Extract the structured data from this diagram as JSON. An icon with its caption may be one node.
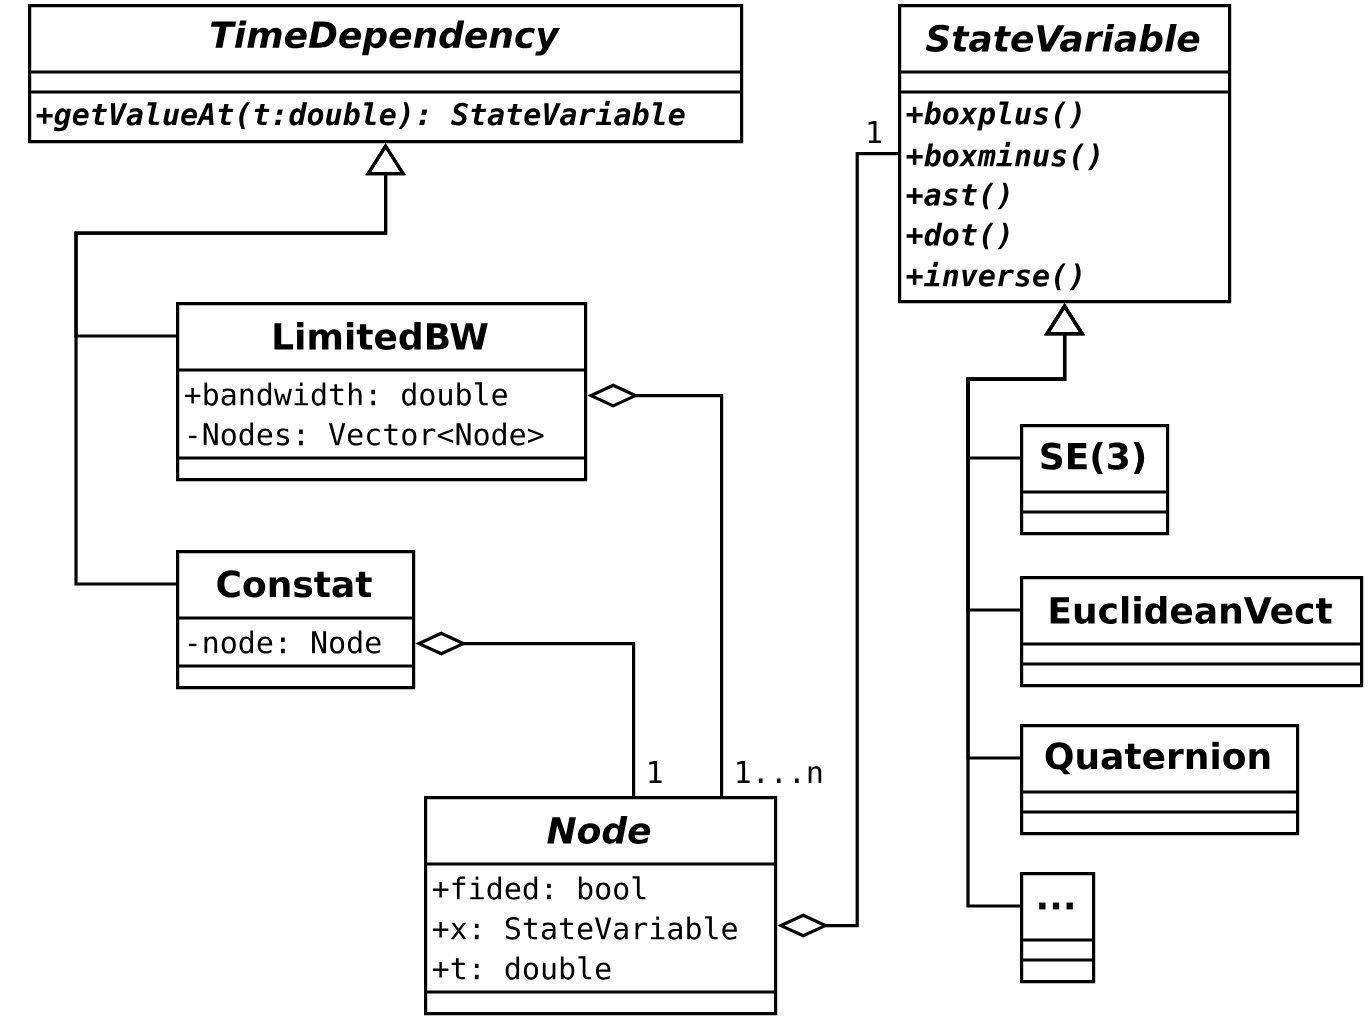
{
  "diagram": {
    "nodes": [
      {
        "text": [
          "TimeDependency",
          "+getValueAt(t:double): StateVariable"
        ]
      },
      {
        "text": [
          "StateVariable",
          "+boxplus()",
          "+boxminus()",
          "+ast()",
          "+dot()",
          "+inverse()"
        ]
      },
      {
        "text": [
          "LimitedBW",
          "+bandwidth: double",
          "-Nodes: Vector<Node>"
        ]
      },
      {
        "text": [
          "SE(3)"
        ]
      },
      {
        "text": [
          "EuclideanVect"
        ]
      },
      {
        "text": [
          "Constat",
          "-node: Node"
        ]
      },
      {
        "text": [
          "Quaternion"
        ]
      },
      {
        "text": [
          "Node",
          "+fided: bool",
          "+x: StateVariable",
          "+t: double"
        ]
      },
      {
        "text": [
          "..."
        ]
      }
    ],
    "edges": [
      {
        "from": 2,
        "to": 0,
        "arrow": "to"
      },
      {
        "from": 5,
        "to": 0,
        "arrow": "to"
      },
      {
        "from": 3,
        "to": 1,
        "arrow": "to"
      },
      {
        "from": 4,
        "to": 1,
        "arrow": "to"
      },
      {
        "from": 6,
        "to": 1,
        "arrow": "to"
      },
      {
        "from": 8,
        "to": 1,
        "arrow": "to"
      },
      {
        "from": 2,
        "to": 7,
        "arrow": "other",
        "label": "1...n"
      },
      {
        "from": 5,
        "to": 7,
        "arrow": "other",
        "label": "1"
      },
      {
        "from": 7,
        "to": 1,
        "arrow": "other",
        "label": "1"
      }
    ]
  }
}
